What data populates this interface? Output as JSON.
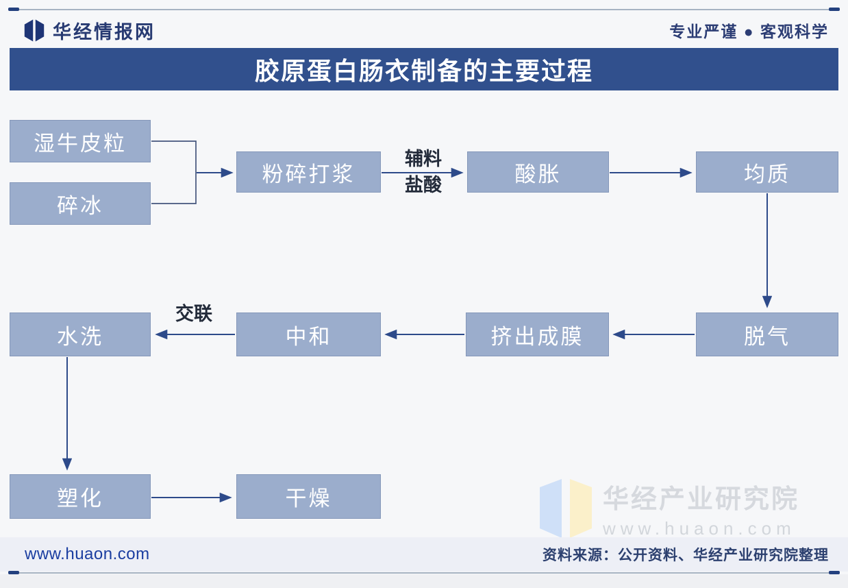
{
  "header": {
    "brand": "华经情报网",
    "slogan": "专业严谨 ● 客观科学"
  },
  "title": "胶原蛋白肠衣制备的主要过程",
  "flowchart": {
    "nodes": {
      "wet_hide": "湿牛皮粒",
      "crushed_ice": "碎冰",
      "crush_pulp": "粉碎打浆",
      "acid_swell": "酸胀",
      "homogenize": "均质",
      "degas": "脱气",
      "extrude_film": "挤出成膜",
      "neutralize": "中和",
      "wash": "水洗",
      "plasticize": "塑化",
      "dry": "干燥"
    },
    "edge_labels": {
      "aux_line1": "辅料",
      "aux_line2": "盐酸",
      "crosslink": "交联"
    },
    "edges": [
      {
        "from": "湿牛皮粒",
        "to": "粉碎打浆"
      },
      {
        "from": "碎冰",
        "to": "粉碎打浆"
      },
      {
        "from": "粉碎打浆",
        "to": "酸胀",
        "label": "辅料盐酸"
      },
      {
        "from": "酸胀",
        "to": "均质"
      },
      {
        "from": "均质",
        "to": "脱气"
      },
      {
        "from": "脱气",
        "to": "挤出成膜"
      },
      {
        "from": "挤出成膜",
        "to": "中和"
      },
      {
        "from": "中和",
        "to": "水洗",
        "label": "交联"
      },
      {
        "from": "水洗",
        "to": "塑化"
      },
      {
        "from": "塑化",
        "to": "干燥"
      }
    ]
  },
  "watermark": {
    "name": "华经产业研究院",
    "url": "www.huaon.com"
  },
  "footer": {
    "site": "www.huaon.com",
    "source": "资料来源：公开资料、华经产业研究院整理"
  },
  "colors": {
    "title_bar": "#31508d",
    "node_fill": "#9badcc",
    "arrow": "#2d4a8a",
    "brand_navy": "#273a72",
    "footer_link": "#1a3da0"
  }
}
